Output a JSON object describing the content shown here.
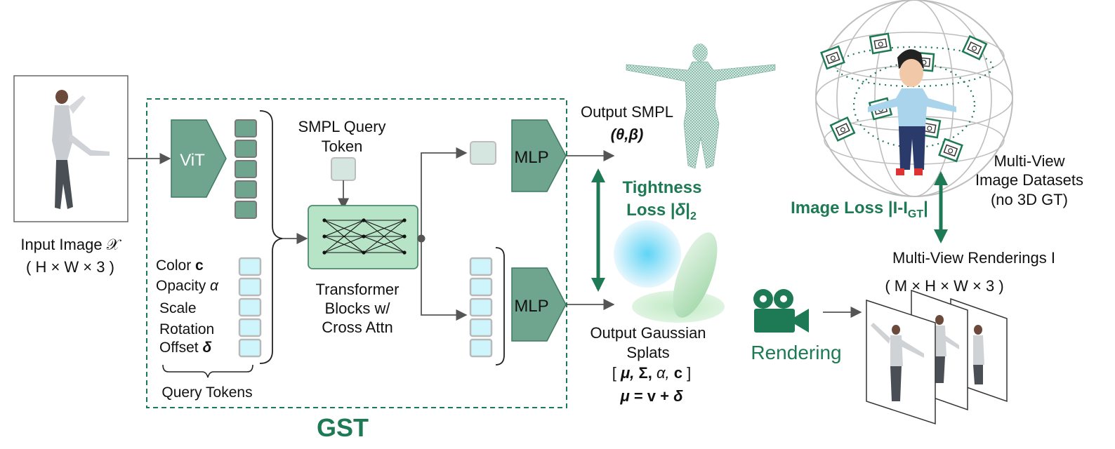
{
  "input": {
    "label": "Input Image 𝒳",
    "dims": "( H × W × 3 )"
  },
  "vit": {
    "label": "ViT"
  },
  "smpl_query": {
    "line1": "SMPL Query",
    "line2": "Token"
  },
  "query_tokens": {
    "items": [
      "Color",
      "Opacity",
      "Scale",
      "Rotation",
      "Offset"
    ],
    "color_sym": "c",
    "opacity_sym": "α",
    "offset_sym": "δ",
    "caption": "Query Tokens"
  },
  "transformer": {
    "line1": "Transformer",
    "line2": "Blocks w/",
    "line3": "Cross Attn"
  },
  "mlp_top": {
    "label": "MLP"
  },
  "mlp_bottom": {
    "label": "MLP"
  },
  "output_smpl": {
    "line1": "Output SMPL",
    "params": "(θ,β)"
  },
  "tightness": {
    "line1": "Tightness",
    "line2_prefix": "Loss |",
    "line2_sym": "δ",
    "line2_suffix": "|",
    "line2_sub": "2"
  },
  "output_gaussian": {
    "line1": "Output Gaussian",
    "line2": "Splats",
    "params_prefix": "[ ",
    "mu": "μ,",
    "sigma": " Σ,",
    "alpha": " α,",
    "c": " c",
    "params_suffix": " ]",
    "eq_mu": "μ",
    "eq_rest": " = v + ",
    "eq_delta": "δ"
  },
  "rendering": {
    "label": "Rendering"
  },
  "image_loss": {
    "prefix": "Image Loss |I-I",
    "sub": "GT",
    "suffix": "|"
  },
  "multiview_datasets": {
    "line1": "Multi-View",
    "line2": "Image Datasets",
    "line3": "(no 3D GT)"
  },
  "multiview_renderings": {
    "line1": "Multi-View Renderings I",
    "dims": "( M × H × W × 3 )"
  },
  "gst": {
    "label": "GST"
  },
  "colors": {
    "dark_green": "#1e7a55",
    "block_green": "#6fa58f",
    "light_green": "#b7e3c6",
    "token_cyan": "#cdf5fb",
    "token_border": "#b9b9b9",
    "arrow_gray": "#555555"
  }
}
